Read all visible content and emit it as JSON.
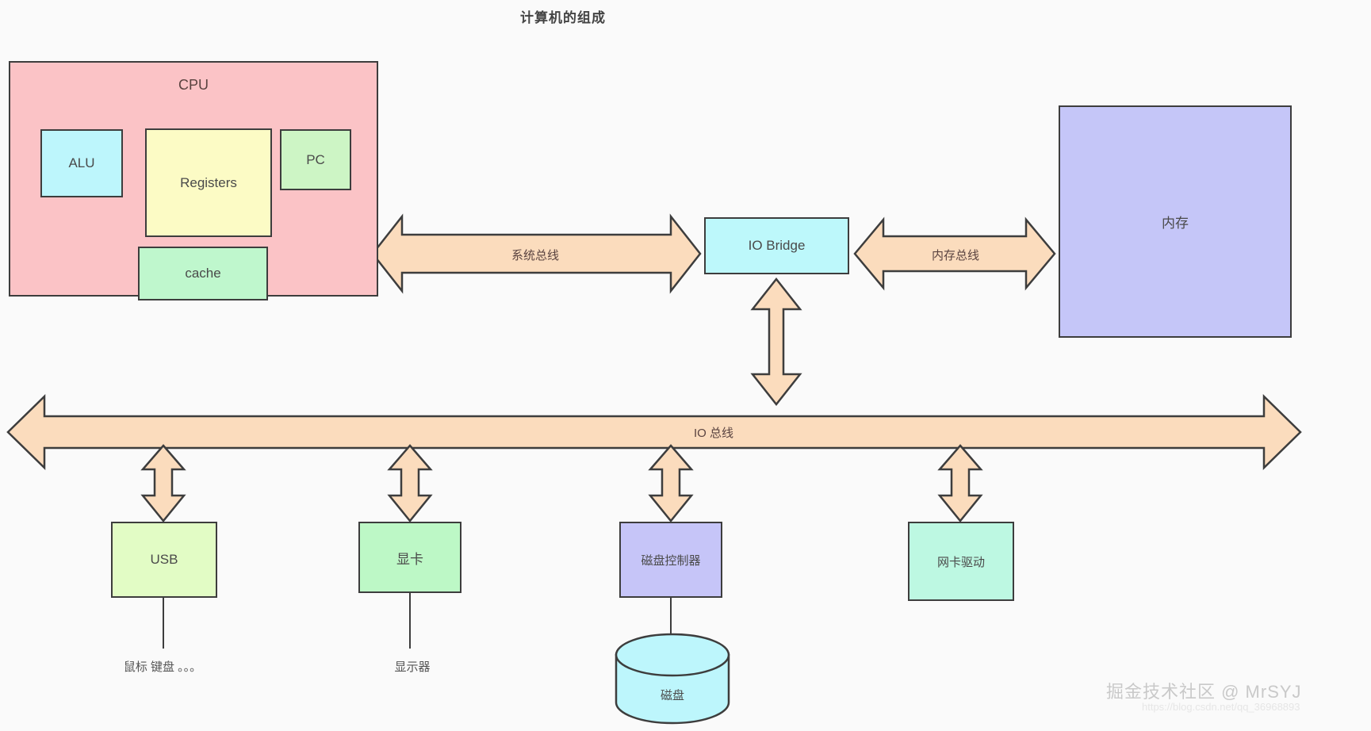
{
  "title": "计算机的组成",
  "cpu": {
    "label": "CPU",
    "components": [
      {
        "name": "alu",
        "label": "ALU"
      },
      {
        "name": "registers",
        "label": "Registers"
      },
      {
        "name": "pc",
        "label": "PC"
      },
      {
        "name": "cache",
        "label": "cache"
      }
    ]
  },
  "io_bridge": {
    "label": "IO  Bridge"
  },
  "memory": {
    "label": "内存"
  },
  "buses": {
    "system_bus": "系统总线",
    "memory_bus": "内存总线",
    "io_bus": "IO 总线"
  },
  "devices": [
    {
      "name": "usb",
      "label": "USB",
      "peripheral": "鼠标 键盘 。。。"
    },
    {
      "name": "graphics-card",
      "label": "显卡",
      "peripheral": "显示器"
    },
    {
      "name": "disk-controller",
      "label": "磁盘控制器",
      "peripheral": "磁盘"
    },
    {
      "name": "nic-driver",
      "label": "网卡驱动",
      "peripheral": ""
    }
  ],
  "storage": {
    "label": "磁盘"
  },
  "watermark": {
    "text": "掘金技术社区 @ MrSYJ",
    "url": "https://blog.csdn.net/qq_36968893"
  },
  "colors": {
    "cpu_fill": "#fbc3c6",
    "alu_fill": "#bdf6fc",
    "registers_fill": "#fcfbc5",
    "pc_fill": "#cdf5c5",
    "cache_fill": "#bff7cd",
    "io_bridge_fill": "#bdf8fb",
    "memory_fill": "#c5c6f8",
    "usb_fill": "#e2fcc5",
    "gpu_fill": "#bdf8c6",
    "disk_ctrl_fill": "#c6c5f8",
    "nic_fill": "#bdf8e2",
    "disk_fill": "#bdf6fc",
    "arrow_fill": "#fbdcbd",
    "stroke": "#3d3d3d",
    "background": "#fafafa"
  }
}
